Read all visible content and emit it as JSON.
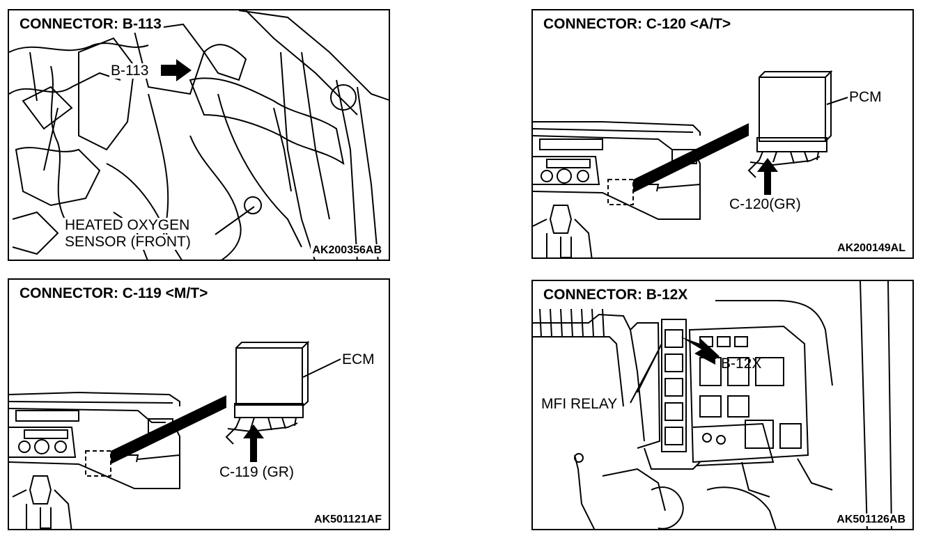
{
  "panels": {
    "b113": {
      "title": "CONNECTOR: B-113",
      "connector_label": "B-113",
      "sensor_line1": "HEATED OXYGEN",
      "sensor_line2": "SENSOR (FRONT)",
      "code": "AK200356AB"
    },
    "c120": {
      "title": "CONNECTOR: C-120 <A/T>",
      "module_label": "PCM",
      "connector_label": "C-120(GR)",
      "code": "AK200149AL"
    },
    "c119": {
      "title": "CONNECTOR: C-119 <M/T>",
      "module_label": "ECM",
      "connector_label": "C-119 (GR)",
      "code": "AK501121AF"
    },
    "b12x": {
      "title": "CONNECTOR: B-12X",
      "connector_label": "B-12X",
      "relay_label": "MFI RELAY",
      "code": "AK501126AB"
    }
  }
}
